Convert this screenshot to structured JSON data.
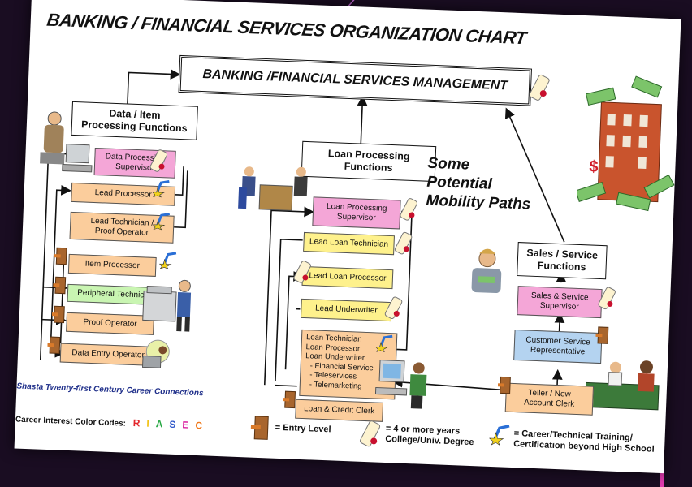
{
  "title": "BANKING / FINANCIAL SERVICES ORGANIZATION CHART",
  "management": "BANKING /FINANCIAL SERVICES MANAGEMENT",
  "mobility_text": [
    "Some",
    "Potential",
    "Mobility Paths"
  ],
  "columns": {
    "data_item": {
      "header": [
        "Data / Item",
        "Processing Functions"
      ],
      "roles": {
        "supervisor": [
          "Data Processing",
          "Supervisor"
        ],
        "lead_processor": "Lead Processor",
        "lead_technician": [
          "Lead Technician /",
          "Proof Operator"
        ],
        "item_processor": "Item Processor",
        "peripheral_technician": "Peripheral Technician",
        "proof_operator": "Proof Operator",
        "data_entry": "Data Entry Operator"
      }
    },
    "loan": {
      "header": [
        "Loan Processing",
        "Functions"
      ],
      "roles": {
        "supervisor": [
          "Loan Processing",
          "Supervisor"
        ],
        "lead_technician": "Lead Loan Technician",
        "lead_processor": "Lead Loan Processor",
        "lead_underwriter": "Lead Underwriter",
        "entry_list": [
          "Loan Technician",
          "Loan Processor",
          "Loan Underwriter",
          "  - Financial Service",
          "  - Teleservices",
          "  - Telemarketing"
        ],
        "credit_clerk": "Loan & Credit Clerk"
      }
    },
    "sales": {
      "header": [
        "Sales / Service",
        "Functions"
      ],
      "roles": {
        "supervisor": [
          "Sales & Service",
          "Supervisor"
        ],
        "csr": [
          "Customer Service",
          "Representative"
        ],
        "teller": [
          "Teller / New",
          "Account Clerk"
        ]
      }
    }
  },
  "footer": {
    "brand": "Shasta Twenty-first Century Career Connections",
    "codes_label": "Career Interest Color Codes:",
    "codes": [
      {
        "letter": "R",
        "color": "#e3262b"
      },
      {
        "letter": "I",
        "color": "#f2c318"
      },
      {
        "letter": "A",
        "color": "#27a844"
      },
      {
        "letter": "S",
        "color": "#2f57c9"
      },
      {
        "letter": "E",
        "color": "#d7159a"
      },
      {
        "letter": "C",
        "color": "#f07a1c"
      }
    ],
    "legend": {
      "entry": "= Entry Level",
      "degree": [
        "= 4 or more years",
        "College/Univ. Degree"
      ],
      "training": [
        "= Career/Technical Training/",
        "Certification beyond High School"
      ]
    }
  },
  "colors": {
    "pink": "#f4a6d7",
    "orange": "#fbcd9c",
    "yellow": "#fef18c",
    "green": "#c9f5b2",
    "blue": "#b4d3f0"
  }
}
